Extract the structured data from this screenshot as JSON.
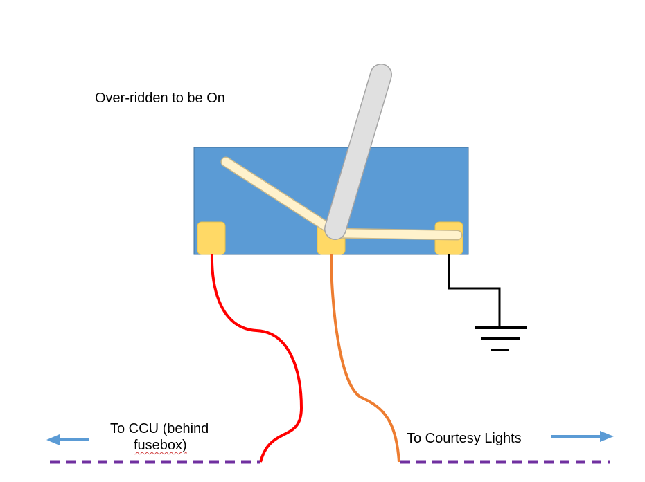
{
  "labels": {
    "status": "Over-ridden to be On",
    "ccu_line1": "To CCU (behind",
    "ccu_line2": "fusebox)",
    "courtesy": "To Courtesy Lights"
  },
  "colors": {
    "switch_body": "#5b9bd5",
    "terminal": "#ffd966",
    "contact_arm": "#fff2cc",
    "lever": "#e0e0e0",
    "wire_ccu": "#ff0000",
    "wire_courtesy": "#ed7d31",
    "ground_wire": "#000000",
    "bus_line": "#7030a0",
    "arrow": "#5b9bd5"
  },
  "icons": [
    "ground-symbol-icon",
    "arrow-left-icon",
    "arrow-right-icon"
  ]
}
